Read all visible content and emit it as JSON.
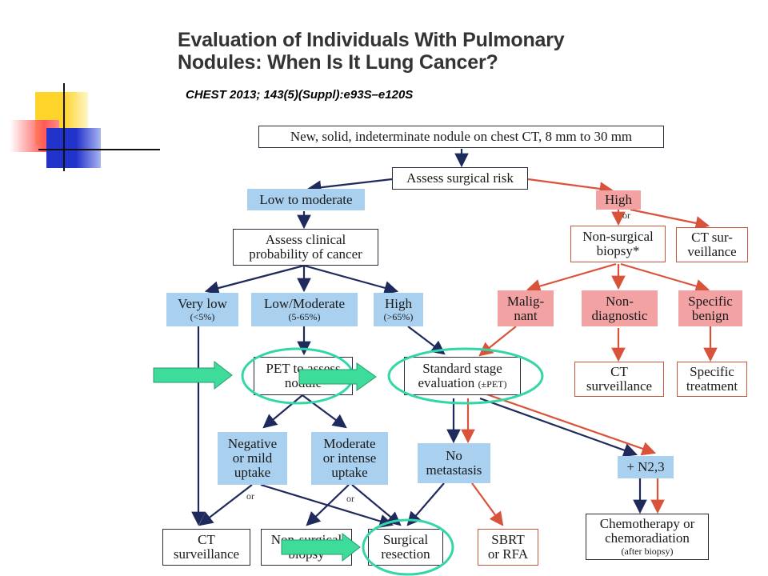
{
  "slide": {
    "title_line1": "Evaluation of Individuals With Pulmonary",
    "title_line2": "Nodules: When Is It Lung Cancer?",
    "citation": "CHEST 2013; 143(5)(Suppl):e93S–e120S"
  },
  "flowchart": {
    "start": "New, solid, indeterminate nodule on chest CT, 8 mm to 30 mm",
    "assess_risk": "Assess surgical risk",
    "low_moderate": "Low to moderate",
    "high_risk": "High",
    "or_high": "or",
    "clinical_prob_l1": "Assess clinical",
    "clinical_prob_l2": "probability of cancer",
    "nonsurg_biopsy_top_l1": "Non-surgical",
    "nonsurg_biopsy_top_l2": "biopsy*",
    "ct_surveillance_top_l1": "CT sur-",
    "ct_surveillance_top_l2": "veillance",
    "very_low": "Very low",
    "very_low_sub": "(<5%)",
    "low_mod": "Low/Moderate",
    "low_mod_sub": "(5-65%)",
    "high_prob": "High",
    "high_prob_sub": "(>65%)",
    "malignant_l1": "Malig-",
    "malignant_l2": "nant",
    "nondiag_l1": "Non-",
    "nondiag_l2": "diagnostic",
    "specific_benign_l1": "Specific",
    "specific_benign_l2": "benign",
    "pet_l1": "PET to assess",
    "pet_l2": "nodule",
    "staging_l1": "Standard stage",
    "staging_l2": "evaluation",
    "staging_sub": "(±PET)",
    "ct_surv_mid_l1": "CT",
    "ct_surv_mid_l2": "surveillance",
    "specific_treat_l1": "Specific",
    "specific_treat_l2": "treatment",
    "neg_l1": "Negative",
    "neg_l2": "or mild",
    "neg_l3": "uptake",
    "modint_l1": "Moderate",
    "modint_l2": "or intense",
    "modint_l3": "uptake",
    "nomet_l1": "No",
    "nomet_l2": "metastasis",
    "n23": "+ N2,3",
    "or_left": "or",
    "or_right": "or",
    "ct_surv_bot_l1": "CT",
    "ct_surv_bot_l2": "surveillance",
    "nonsurg_bot_l1": "Non-surgical",
    "nonsurg_bot_l2": "biopsy",
    "surg_l1": "Surgical",
    "surg_l2": "resection",
    "sbrt_l1": "SBRT",
    "sbrt_l2": "or RFA",
    "chemo_l1": "Chemotherapy or",
    "chemo_l2": "chemoradiation",
    "chemo_sub": "(after biopsy)"
  },
  "colors": {
    "low_path_box": "#a9d0ef",
    "high_path_box": "#f2a2a2",
    "low_path_arrow": "#1f2a5c",
    "high_path_arrow": "#d9533b",
    "highlight_ellipse": "#33d6a6",
    "pointer_arrow": "#3ddc9a"
  }
}
